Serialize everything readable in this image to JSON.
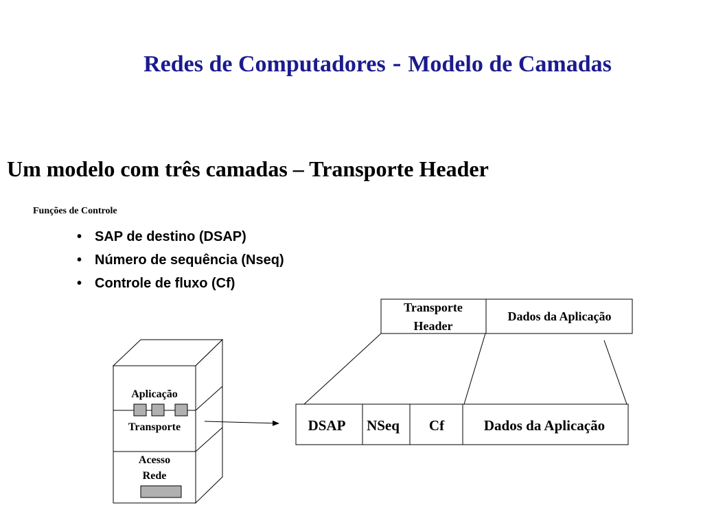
{
  "slide": {
    "title_part1": "Redes de Computadores",
    "title_dash": "-",
    "title_part2": "Modelo de Camadas",
    "subtitle": "Um modelo com três camadas – Transporte Header",
    "section_label": "Funções de Controle",
    "bullet_glyph": "•",
    "bullets": [
      "SAP de destino (DSAP)",
      "Número de sequência (Nseq)",
      "Controle de fluxo (Cf)"
    ]
  },
  "diagram": {
    "top_packet": {
      "header_line1": "Transporte",
      "header_line2": "Header",
      "payload": "Dados da Aplicação"
    },
    "stack": {
      "layer_app": "Aplicação",
      "layer_transport": "Transporte",
      "layer_net_line1": "Acesso",
      "layer_net_line2": "Rede"
    },
    "bottom_packet": {
      "fields": [
        "DSAP",
        "NSeq",
        "Cf",
        "Dados da Aplicação"
      ]
    }
  }
}
